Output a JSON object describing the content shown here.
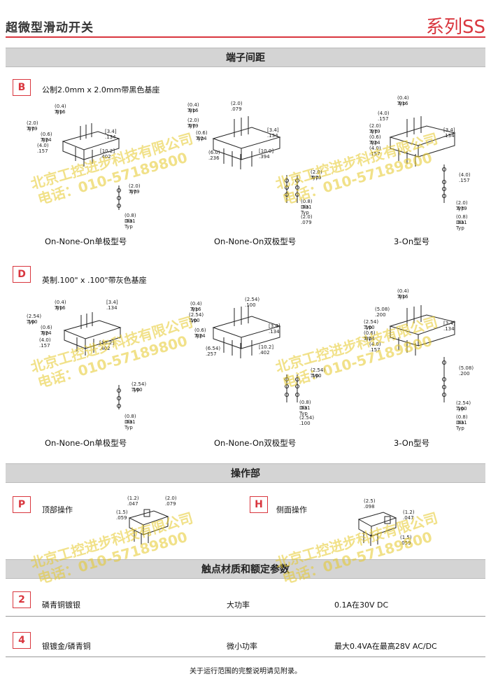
{
  "header": {
    "title": "超微型滑动开关",
    "series": "系列SS"
  },
  "sections": {
    "terminal_spacing": "端子间距",
    "actuator": "操作部",
    "contact": "触点材质和额定参数"
  },
  "option_b": {
    "code": "B",
    "desc": "公制2.0mm x 2.0mm带黑色基座",
    "cap1": "On-None-On单极型号",
    "cap2": "On-None-On双极型号",
    "cap3": "3-On型号"
  },
  "option_d": {
    "code": "D",
    "desc": "英制.100\" x .100\"带灰色基座",
    "cap1": "On-None-On单极型号",
    "cap2": "On-None-On双极型号",
    "cap3": "3-On型号"
  },
  "actuators": {
    "p_code": "P",
    "p_label": "顶部操作",
    "h_code": "H",
    "h_label": "侧面操作"
  },
  "contacts": [
    {
      "code": "2",
      "material": "磷青铜镀银",
      "type": "大功率",
      "rating": "0.1A在30V DC"
    },
    {
      "code": "4",
      "material": "银镀金/磷青铜",
      "type": "微小功率",
      "rating": "最大0.4VA在最高28V AC/DC"
    }
  ],
  "footer": "关于运行范围的完整说明请见附录。",
  "watermark": {
    "company": "北京工控进步科技有限公司",
    "phone": "电话：010-57189800"
  },
  "dims": {
    "b1": [
      "(0.4) Typ",
      ".016",
      "(2.0) Typ",
      ".079",
      "(0.6) Typ",
      ".024",
      "(4.0)",
      ".157",
      "[3.4]",
      ".134",
      "[10.2]",
      ".402"
    ],
    "b2": [
      "(0.4) Typ",
      ".016",
      "(2.0)",
      ".079",
      "(2.0) Typ",
      ".079",
      "(0.6) Typ",
      ".024",
      "[3.4]",
      ".134",
      "(6.0)",
      ".236",
      "[10.0]",
      ".394"
    ],
    "b3": [
      "(0.4) Typ",
      ".016",
      "(4.0)",
      ".157",
      "(2.0) Typ",
      ".079",
      "(0.6) Typ",
      ".024",
      "(4.0)",
      ".157",
      "[3.4]",
      ".134"
    ],
    "d1": [
      "(0.4) Typ",
      ".016",
      "[3.4]",
      ".134",
      "(2.54) Typ",
      ".100",
      "(0.6) Typ",
      ".024",
      "(4.0)",
      ".157",
      "[10.2]",
      ".402"
    ],
    "d2": [
      "(0.4) Typ",
      ".016",
      "(2.54)",
      ".100",
      "(2.54) Typ",
      ".100",
      "(0.6) Typ",
      ".024",
      "[3.4]",
      ".134",
      "(6.54)",
      ".257",
      "[10.2]",
      ".402"
    ],
    "d3": [
      "(0.4) Typ",
      ".016",
      "(5.08)",
      ".200",
      "(2.54) Typ",
      ".100",
      "(0.6) Typ",
      ".024",
      "(4.0)",
      ".157",
      "[3.4]",
      ".134"
    ],
    "pb1": [
      "(2.0) Typ",
      ".079",
      "(0.8) Dia Typ",
      ".031"
    ],
    "pb2": [
      "(2.0) Typ",
      ".079",
      "(0.8) Dia Typ",
      ".031",
      "(2.0)",
      ".079"
    ],
    "pb3": [
      "(4.0)",
      ".157",
      "(2.0) Typ",
      ".079",
      "(0.8) Dia Typ",
      ".031"
    ],
    "pd1": [
      "(2.54) Typ",
      ".100",
      "(0.8) Dia Typ",
      ".031"
    ],
    "pd2": [
      "(2.54) Typ",
      ".100",
      "(0.8) Dia Typ",
      ".031",
      "(2.54)",
      ".100"
    ],
    "pd3": [
      "(5.08)",
      ".200",
      "(2.54) Typ",
      ".100",
      "(0.8) Dia Typ",
      ".031"
    ],
    "p": [
      "(1.2)",
      ".047",
      "(2.0)",
      ".079",
      "(1.5)",
      ".059"
    ],
    "h": [
      "(2.5)",
      ".098",
      "(1.2)",
      ".047",
      "(1.5)",
      ".059"
    ]
  }
}
